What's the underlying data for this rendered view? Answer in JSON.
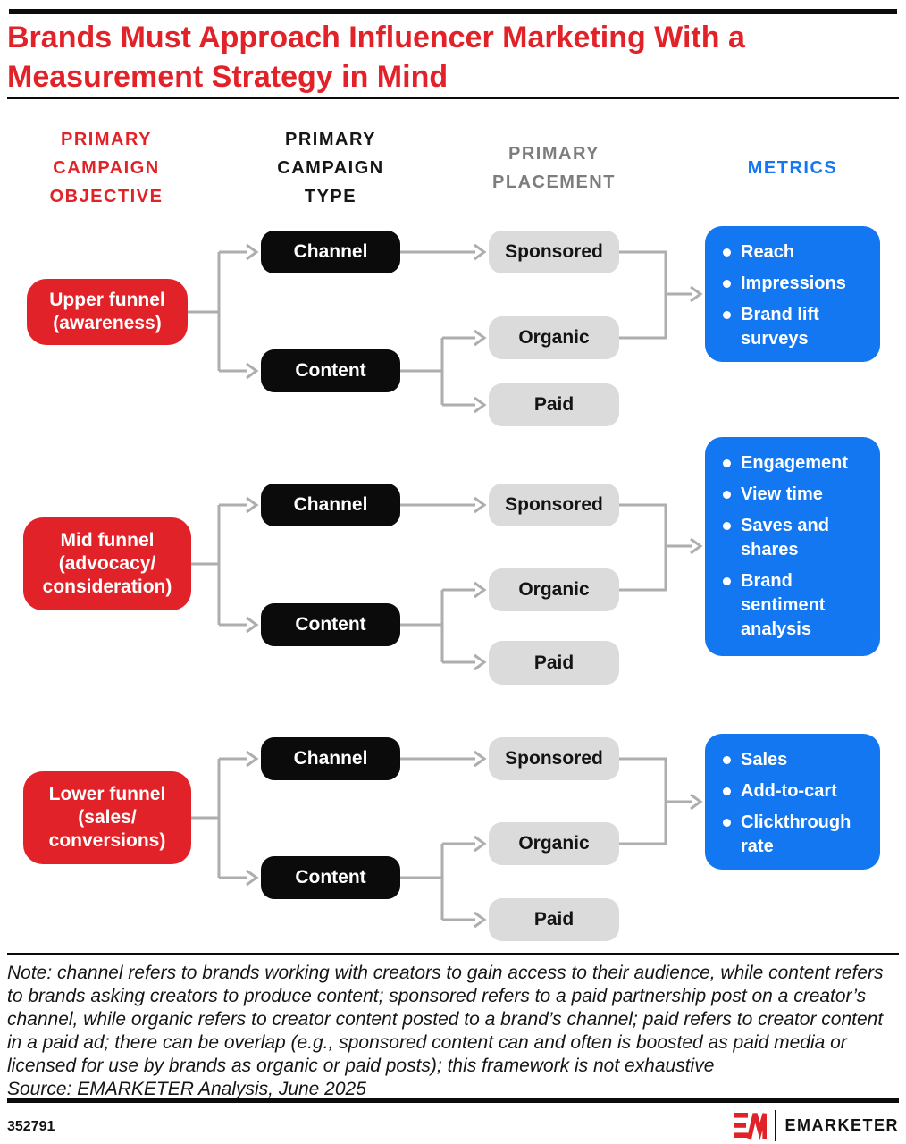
{
  "title": "Brands Must Approach Influencer Marketing With a Measurement Strategy in Mind",
  "columns": {
    "objective": [
      "PRIMARY",
      "CAMPAIGN",
      "OBJECTIVE"
    ],
    "campaign_type": [
      "PRIMARY",
      "CAMPAIGN",
      "TYPE"
    ],
    "placement": [
      "PRIMARY",
      "PLACEMENT"
    ],
    "metrics": "METRICS"
  },
  "rows": [
    {
      "objective": [
        "Upper funnel",
        "(awareness)"
      ],
      "campaign_types": [
        "Channel",
        "Content"
      ],
      "placements": [
        "Sponsored",
        "Organic",
        "Paid"
      ],
      "metrics": [
        "Reach",
        "Impressions",
        "Brand lift surveys"
      ]
    },
    {
      "objective": [
        "Mid funnel",
        "(advocacy/",
        "consideration)"
      ],
      "campaign_types": [
        "Channel",
        "Content"
      ],
      "placements": [
        "Sponsored",
        "Organic",
        "Paid"
      ],
      "metrics": [
        "Engagement",
        "View time",
        "Saves and shares",
        "Brand sentiment analysis"
      ]
    },
    {
      "objective": [
        "Lower funnel",
        "(sales/",
        "conversions)"
      ],
      "campaign_types": [
        "Channel",
        "Content"
      ],
      "placements": [
        "Sponsored",
        "Organic",
        "Paid"
      ],
      "metrics": [
        "Sales",
        "Add-to-cart",
        "Clickthrough rate"
      ]
    }
  ],
  "note": "Note: channel refers to brands working with creators to gain access to their audience, while content refers to brands asking creators to produce content; sponsored refers to a paid partnership post on a creator’s channel, while organic refers to creator content posted to a brand’s channel; paid refers to creator content in a paid ad; there can be overlap (e.g., sponsored content can and often is boosted as paid media or licensed for use by brands as organic or paid posts); this framework is not exhaustive",
  "source": "Source: EMARKETER Analysis, June 2025",
  "footer": {
    "chart_id": "352791",
    "brand_name": "EMARKETER"
  },
  "colors": {
    "red": "#e22229",
    "blue": "#1377f2",
    "gray-box": "#dbdbdb",
    "black-box": "#0b0b0b",
    "connector": "#aeaeae",
    "header-gray": "#7d7d7d"
  }
}
